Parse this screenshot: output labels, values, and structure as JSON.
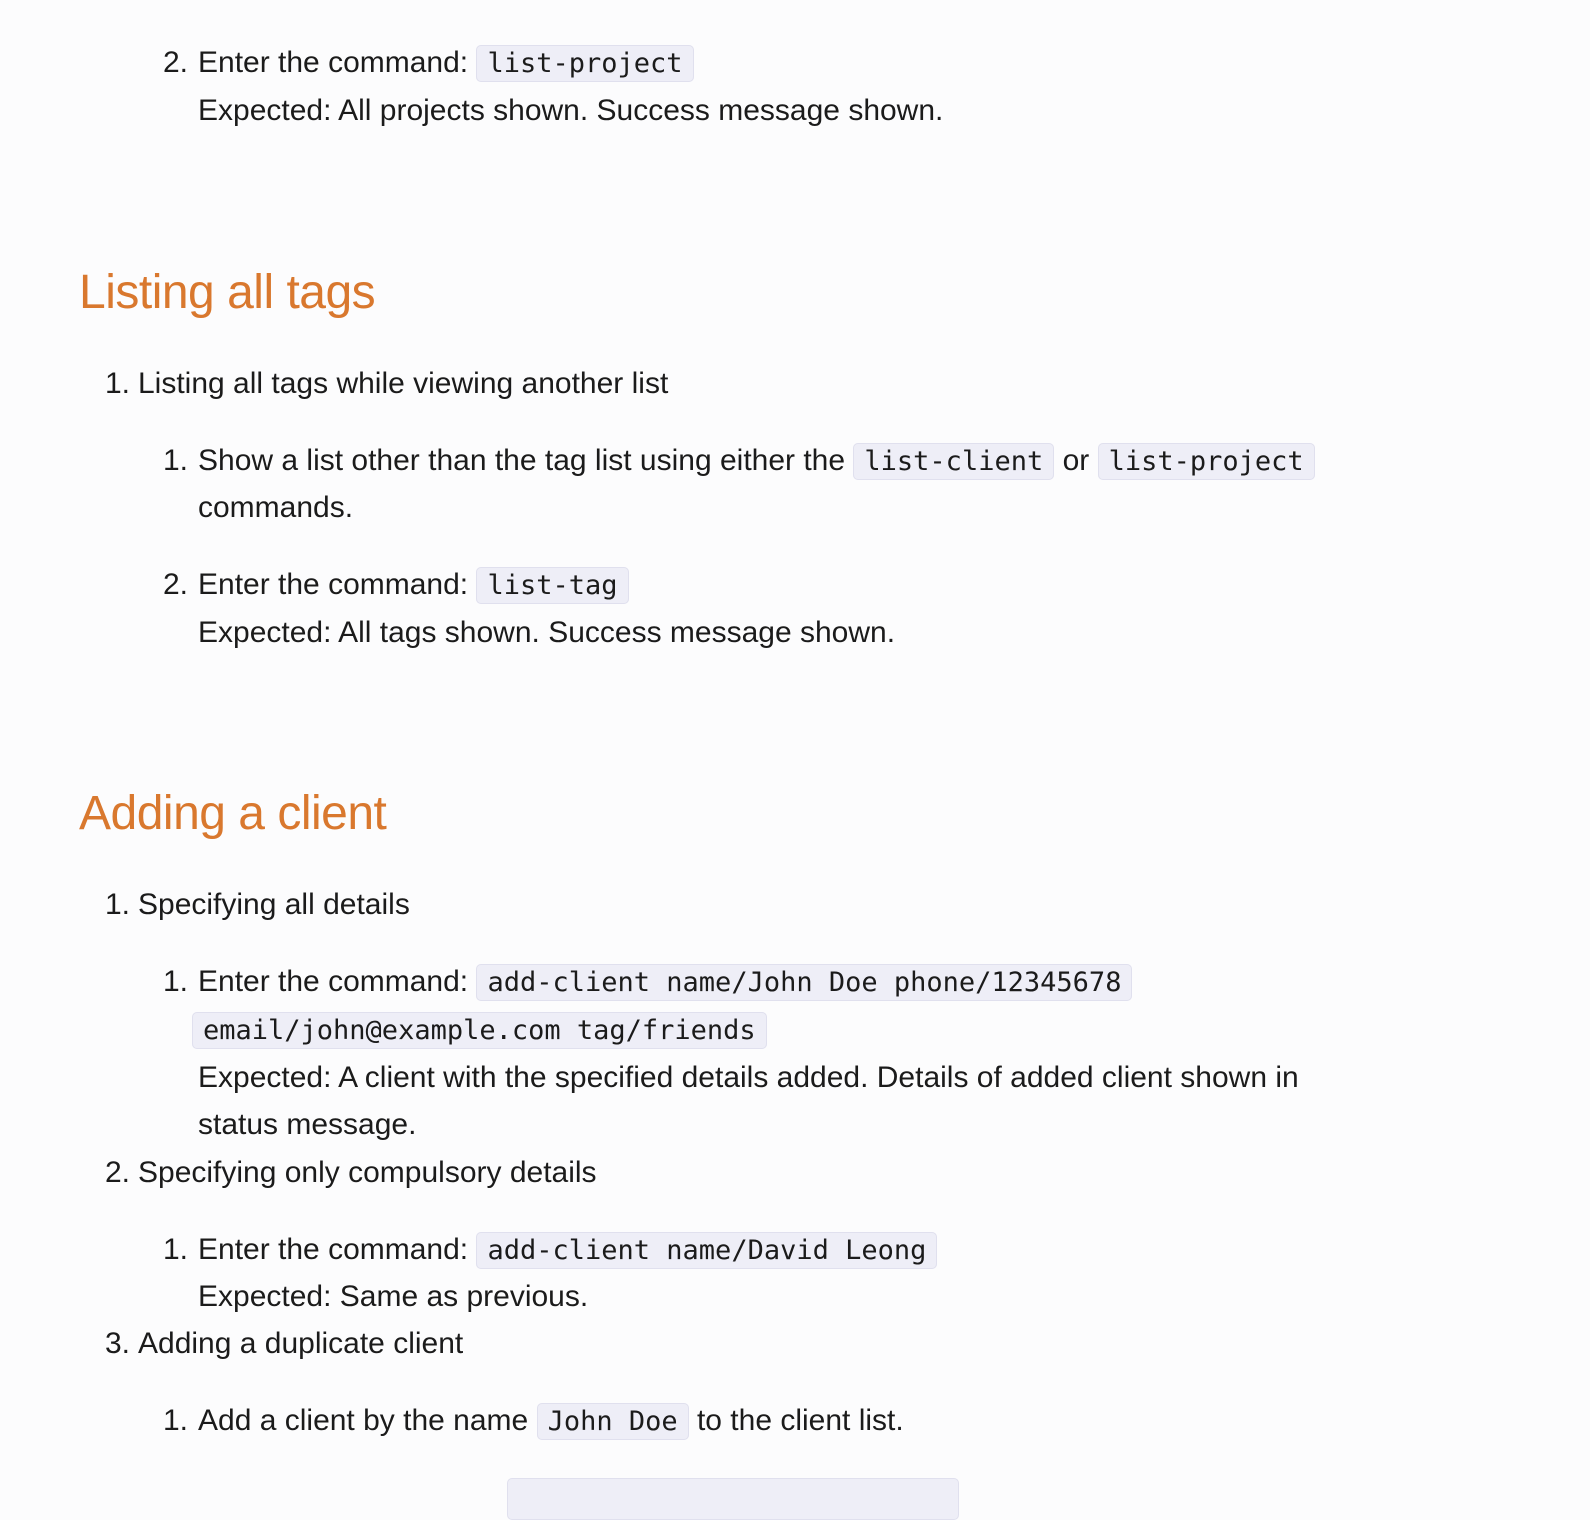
{
  "top_step": {
    "number": "2.",
    "text": "Enter the command:",
    "code": "list-project",
    "expected": "Expected: All projects shown. Success message shown."
  },
  "listing_tags": {
    "heading": "Listing all tags",
    "item1": {
      "number": "1.",
      "text": "Listing all tags while viewing another list",
      "step1": {
        "number": "1.",
        "text_a": "Show a list other than the tag list using either the",
        "code_a": "list-client",
        "or": "or",
        "code_b": "list-project",
        "text_b": "commands."
      },
      "step2": {
        "number": "2.",
        "text": "Enter the command:",
        "code": "list-tag",
        "expected": "Expected: All tags shown. Success message shown."
      }
    }
  },
  "adding_client": {
    "heading": "Adding a client",
    "item1": {
      "number": "1.",
      "text": "Specifying all details",
      "step1": {
        "number": "1.",
        "text": "Enter the command:",
        "code_line1": "add-client name/John Doe phone/12345678",
        "code_line2": "email/john@example.com tag/friends",
        "expected_line1": "Expected: A client with the specified details added. Details of added client shown in",
        "expected_line2": "status message."
      }
    },
    "item2": {
      "number": "2.",
      "text": "Specifying only compulsory details",
      "step1": {
        "number": "1.",
        "text": "Enter the command:",
        "code": "add-client name/David Leong",
        "expected": "Expected: Same as previous."
      }
    },
    "item3": {
      "number": "3.",
      "text": "Adding a duplicate client",
      "step1": {
        "number": "1.",
        "text_a": "Add a client by the name",
        "code": "John Doe",
        "text_b": "to the client list."
      }
    }
  }
}
